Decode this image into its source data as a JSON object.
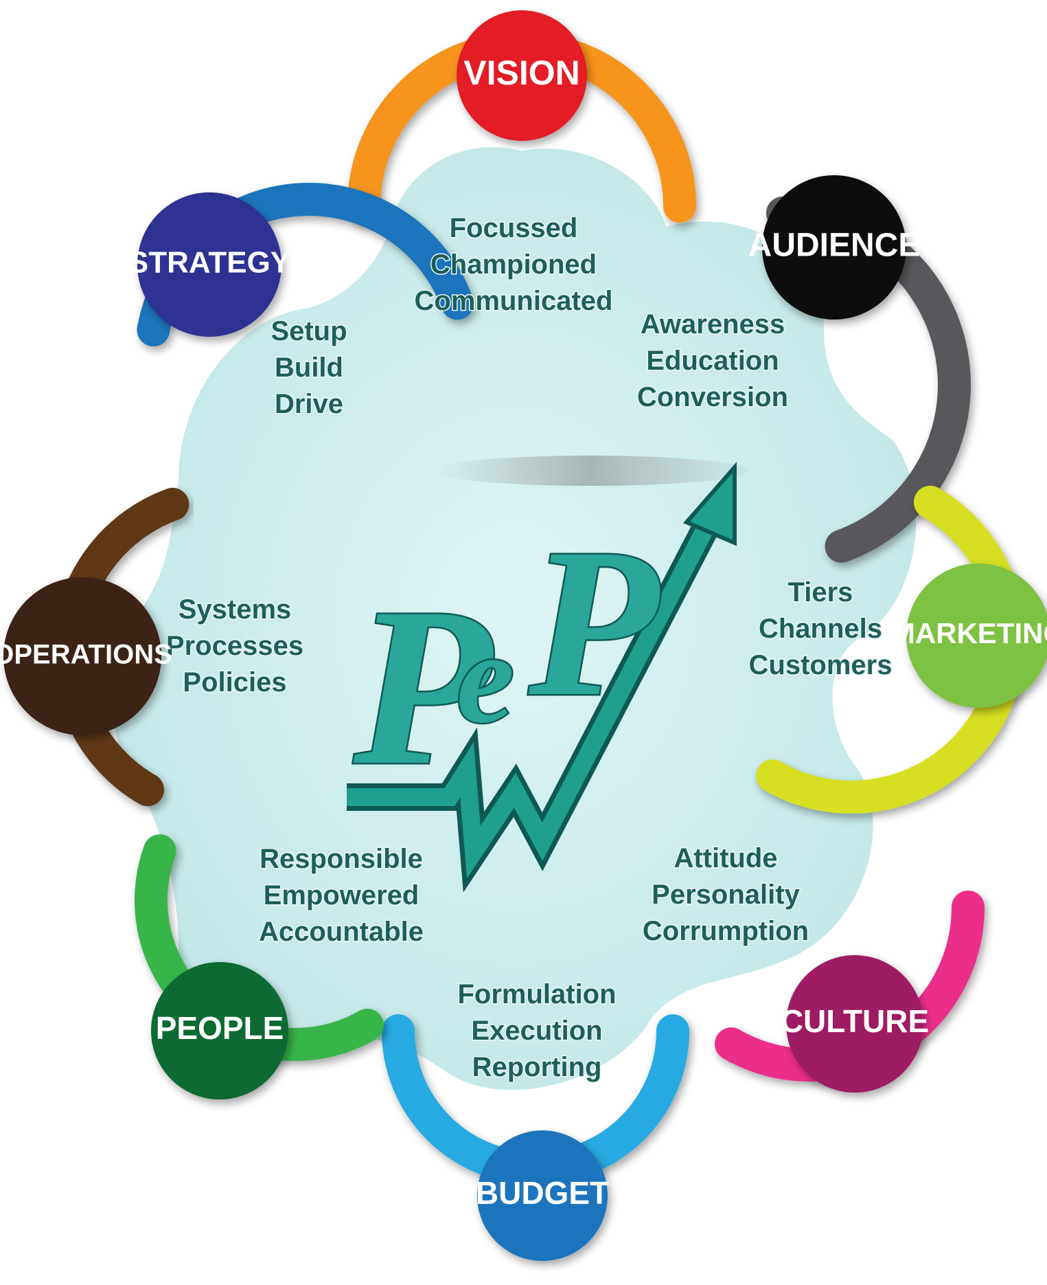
{
  "logo": {
    "text_p1": "P",
    "text_e": "e",
    "text_p2": "P"
  },
  "colors": {
    "cloud_fill": "#c9ecec",
    "arrow": "#1f9e8c",
    "logo": "#2aa69a"
  },
  "nodes": [
    {
      "id": "vision",
      "label": "VISION",
      "color": "#e31e26",
      "arc_color": "#f7941d"
    },
    {
      "id": "audience",
      "label": "AUDIENCE",
      "color": "#111111",
      "arc_color": "#58595b"
    },
    {
      "id": "marketing",
      "label": "MARKETING",
      "color": "#7dc242",
      "arc_color": "#d7df23"
    },
    {
      "id": "culture",
      "label": "CULTURE",
      "color": "#9e1f63",
      "arc_color": "#ec2d8b"
    },
    {
      "id": "budget",
      "label": "BUDGET",
      "color": "#1c75bc",
      "arc_color": "#27aae1"
    },
    {
      "id": "people",
      "label": "PEOPLE",
      "color": "#0b6b32",
      "arc_color": "#39b54a"
    },
    {
      "id": "operations",
      "label": "OPERATIONS",
      "color": "#3c2415",
      "arc_color": "#603913"
    },
    {
      "id": "strategy",
      "label": "STRATEGY",
      "color": "#2e3192",
      "arc_color": "#1c75bc"
    }
  ],
  "segments": [
    {
      "id": "vision",
      "lines": [
        "Focussed",
        "Championed",
        "Communicated"
      ]
    },
    {
      "id": "audience",
      "lines": [
        "Awareness",
        "Education",
        "Conversion"
      ]
    },
    {
      "id": "marketing",
      "lines": [
        "Tiers",
        "Channels",
        "Customers"
      ]
    },
    {
      "id": "culture",
      "lines": [
        "Attitude",
        "Personality",
        "Corrumption"
      ]
    },
    {
      "id": "budget",
      "lines": [
        "Formulation",
        "Execution",
        "Reporting"
      ]
    },
    {
      "id": "people",
      "lines": [
        "Responsible",
        "Empowered",
        "Accountable"
      ]
    },
    {
      "id": "operations",
      "lines": [
        "Systems",
        "Processes",
        "Policies"
      ]
    },
    {
      "id": "strategy",
      "lines": [
        "Setup",
        "Build",
        "Drive"
      ]
    }
  ]
}
